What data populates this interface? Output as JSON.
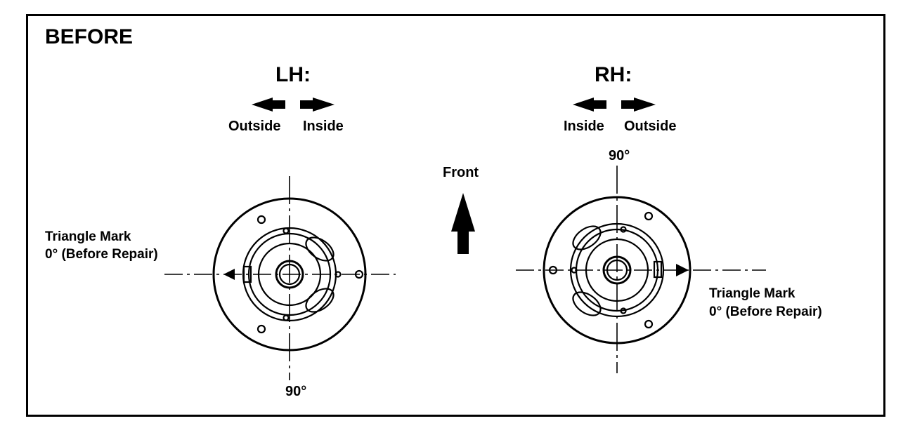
{
  "heading": "BEFORE",
  "left": {
    "title": "LH:",
    "arrow_left_label": "Outside",
    "arrow_right_label": "Inside",
    "angle_label": "90°",
    "mark_line1": "Triangle Mark",
    "mark_line2": "0° (Before Repair)"
  },
  "right": {
    "title": "RH:",
    "arrow_left_label": "Inside",
    "arrow_right_label": "Outside",
    "angle_label": "90°",
    "mark_line1": "Triangle Mark",
    "mark_line2": "0° (Before Repair)"
  },
  "center": {
    "front_label": "Front"
  }
}
